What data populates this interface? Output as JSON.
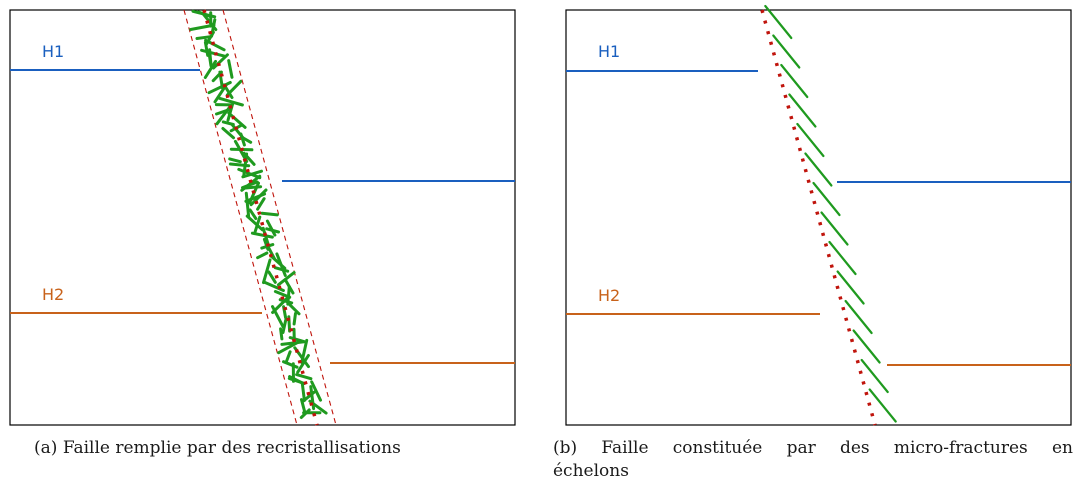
{
  "panel_a": {
    "label_h1": "H1",
    "label_h2": "H2",
    "caption_tag": "(a)",
    "caption_text": "Faille remplie par des recristallisations"
  },
  "panel_b": {
    "label_h1": "H1",
    "label_h2": "H2",
    "caption_tag": "(b)",
    "caption_line1": "Faille constituée par des micro-fractures en",
    "caption_line2": "échelons"
  },
  "colors": {
    "h1": "#1a5fbf",
    "h2": "#c8621a",
    "fill": "#1f9a1f",
    "fault": "#c0140c"
  }
}
